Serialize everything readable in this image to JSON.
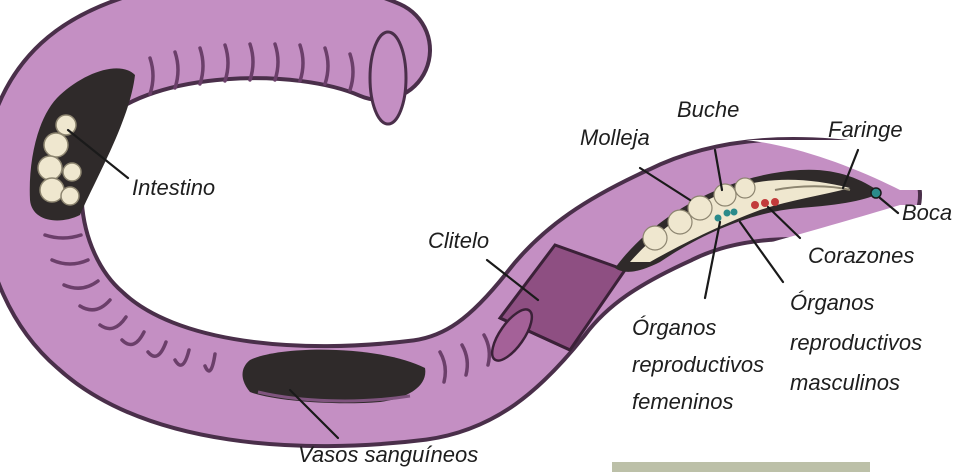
{
  "diagram": {
    "labels": {
      "intestino": "Intestino",
      "clitelo": "Clitelo",
      "molleja": "Molleja",
      "buche": "Buche",
      "faringe": "Faringe",
      "boca": "Boca",
      "corazones": "Corazones",
      "organos_fem": [
        "Órganos",
        "reproductivos",
        "femeninos"
      ],
      "organos_masc": [
        "Órganos",
        "reproductivos",
        "masculinos"
      ],
      "vasos": "Vasos sanguíneos"
    },
    "colors": {
      "body": "#c48fc3",
      "body_dark": "#7f547e",
      "segment_lines": "#6b3f6a",
      "clitellum": "#8e4f82",
      "cavity": "#2f2a2a",
      "organs": "#efe7cf",
      "hearts": "#c23b3b",
      "female_organs": "#2a8a8a",
      "leader_lines": "#1a1a1a",
      "bottom_bar": "#bcc0a8"
    }
  }
}
